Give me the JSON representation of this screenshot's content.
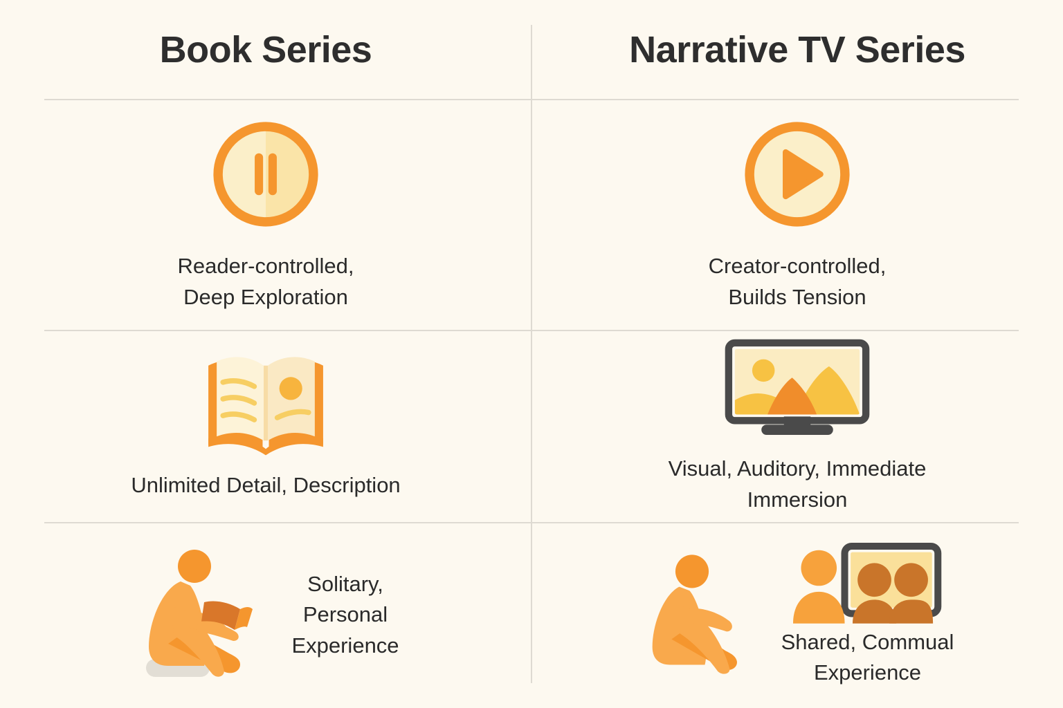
{
  "background_color": "#FDF9F0",
  "divider_color": "#DEDAD2",
  "palette": {
    "orange": "#F5962E",
    "orange_light": "#F9A94C",
    "orange_dark": "#D9772A",
    "gold": "#F5C23E",
    "gold_light": "#FAD98C",
    "cream": "#FBEFC9",
    "cream_pale": "#FDF3D8",
    "gray_dark": "#4A4A4A",
    "gray_light": "#E2DED5",
    "text": "#2A2A2A",
    "heading": "#2E2E2E"
  },
  "columns": [
    {
      "id": "book-series",
      "title": "Book Series"
    },
    {
      "id": "narrative-tv-series",
      "title": "Narrative TV Series"
    }
  ],
  "rows": [
    {
      "id": "pacing",
      "left": {
        "icon": "pause-circle-icon",
        "caption": "Reader-controlled,\nDeep Exploration"
      },
      "right": {
        "icon": "play-circle-icon",
        "caption": "Creator-controlled,\nBuilds Tension"
      }
    },
    {
      "id": "sensory",
      "left": {
        "icon": "open-book-icon",
        "caption": "Unlimited Detail, Description"
      },
      "right": {
        "icon": "television-icon",
        "caption": "Visual, Auditory, Immediate\nImmersion"
      }
    },
    {
      "id": "social",
      "left": {
        "icon": "person-reading-icon",
        "caption": "Solitary,\nPersonal\nExperience"
      },
      "right": {
        "icon": "people-watching-tv-icon",
        "caption": "Shared, Commual\nExperience"
      }
    }
  ]
}
